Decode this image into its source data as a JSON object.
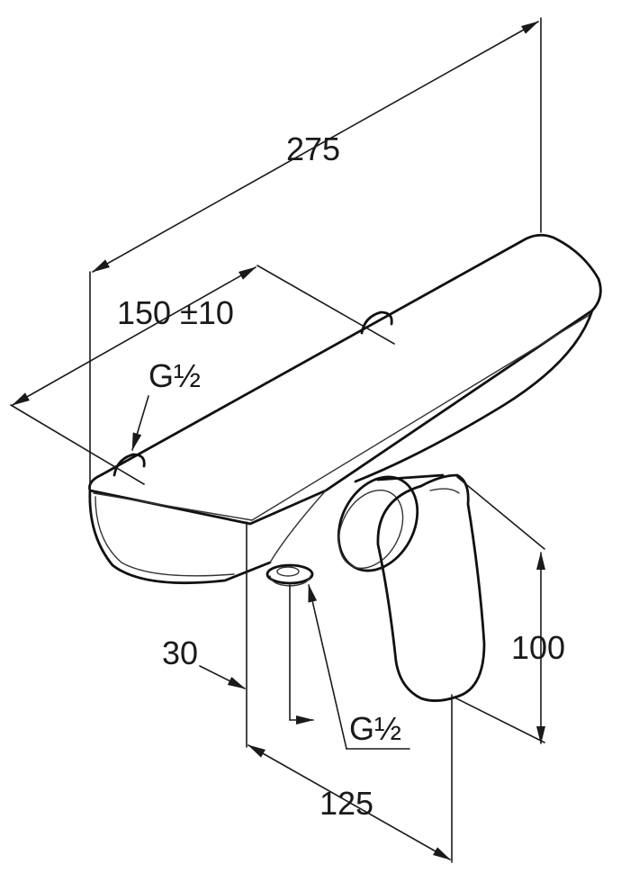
{
  "dimensions": {
    "overall_length": "275",
    "inlet_spacing": "150 ±10",
    "top_thread": "G½",
    "bottom_thread": "G½",
    "outlet_offset": "30",
    "projection": "125",
    "lever_height": "100"
  },
  "colors": {
    "line": "#1a1a1a",
    "background": "#ffffff"
  }
}
